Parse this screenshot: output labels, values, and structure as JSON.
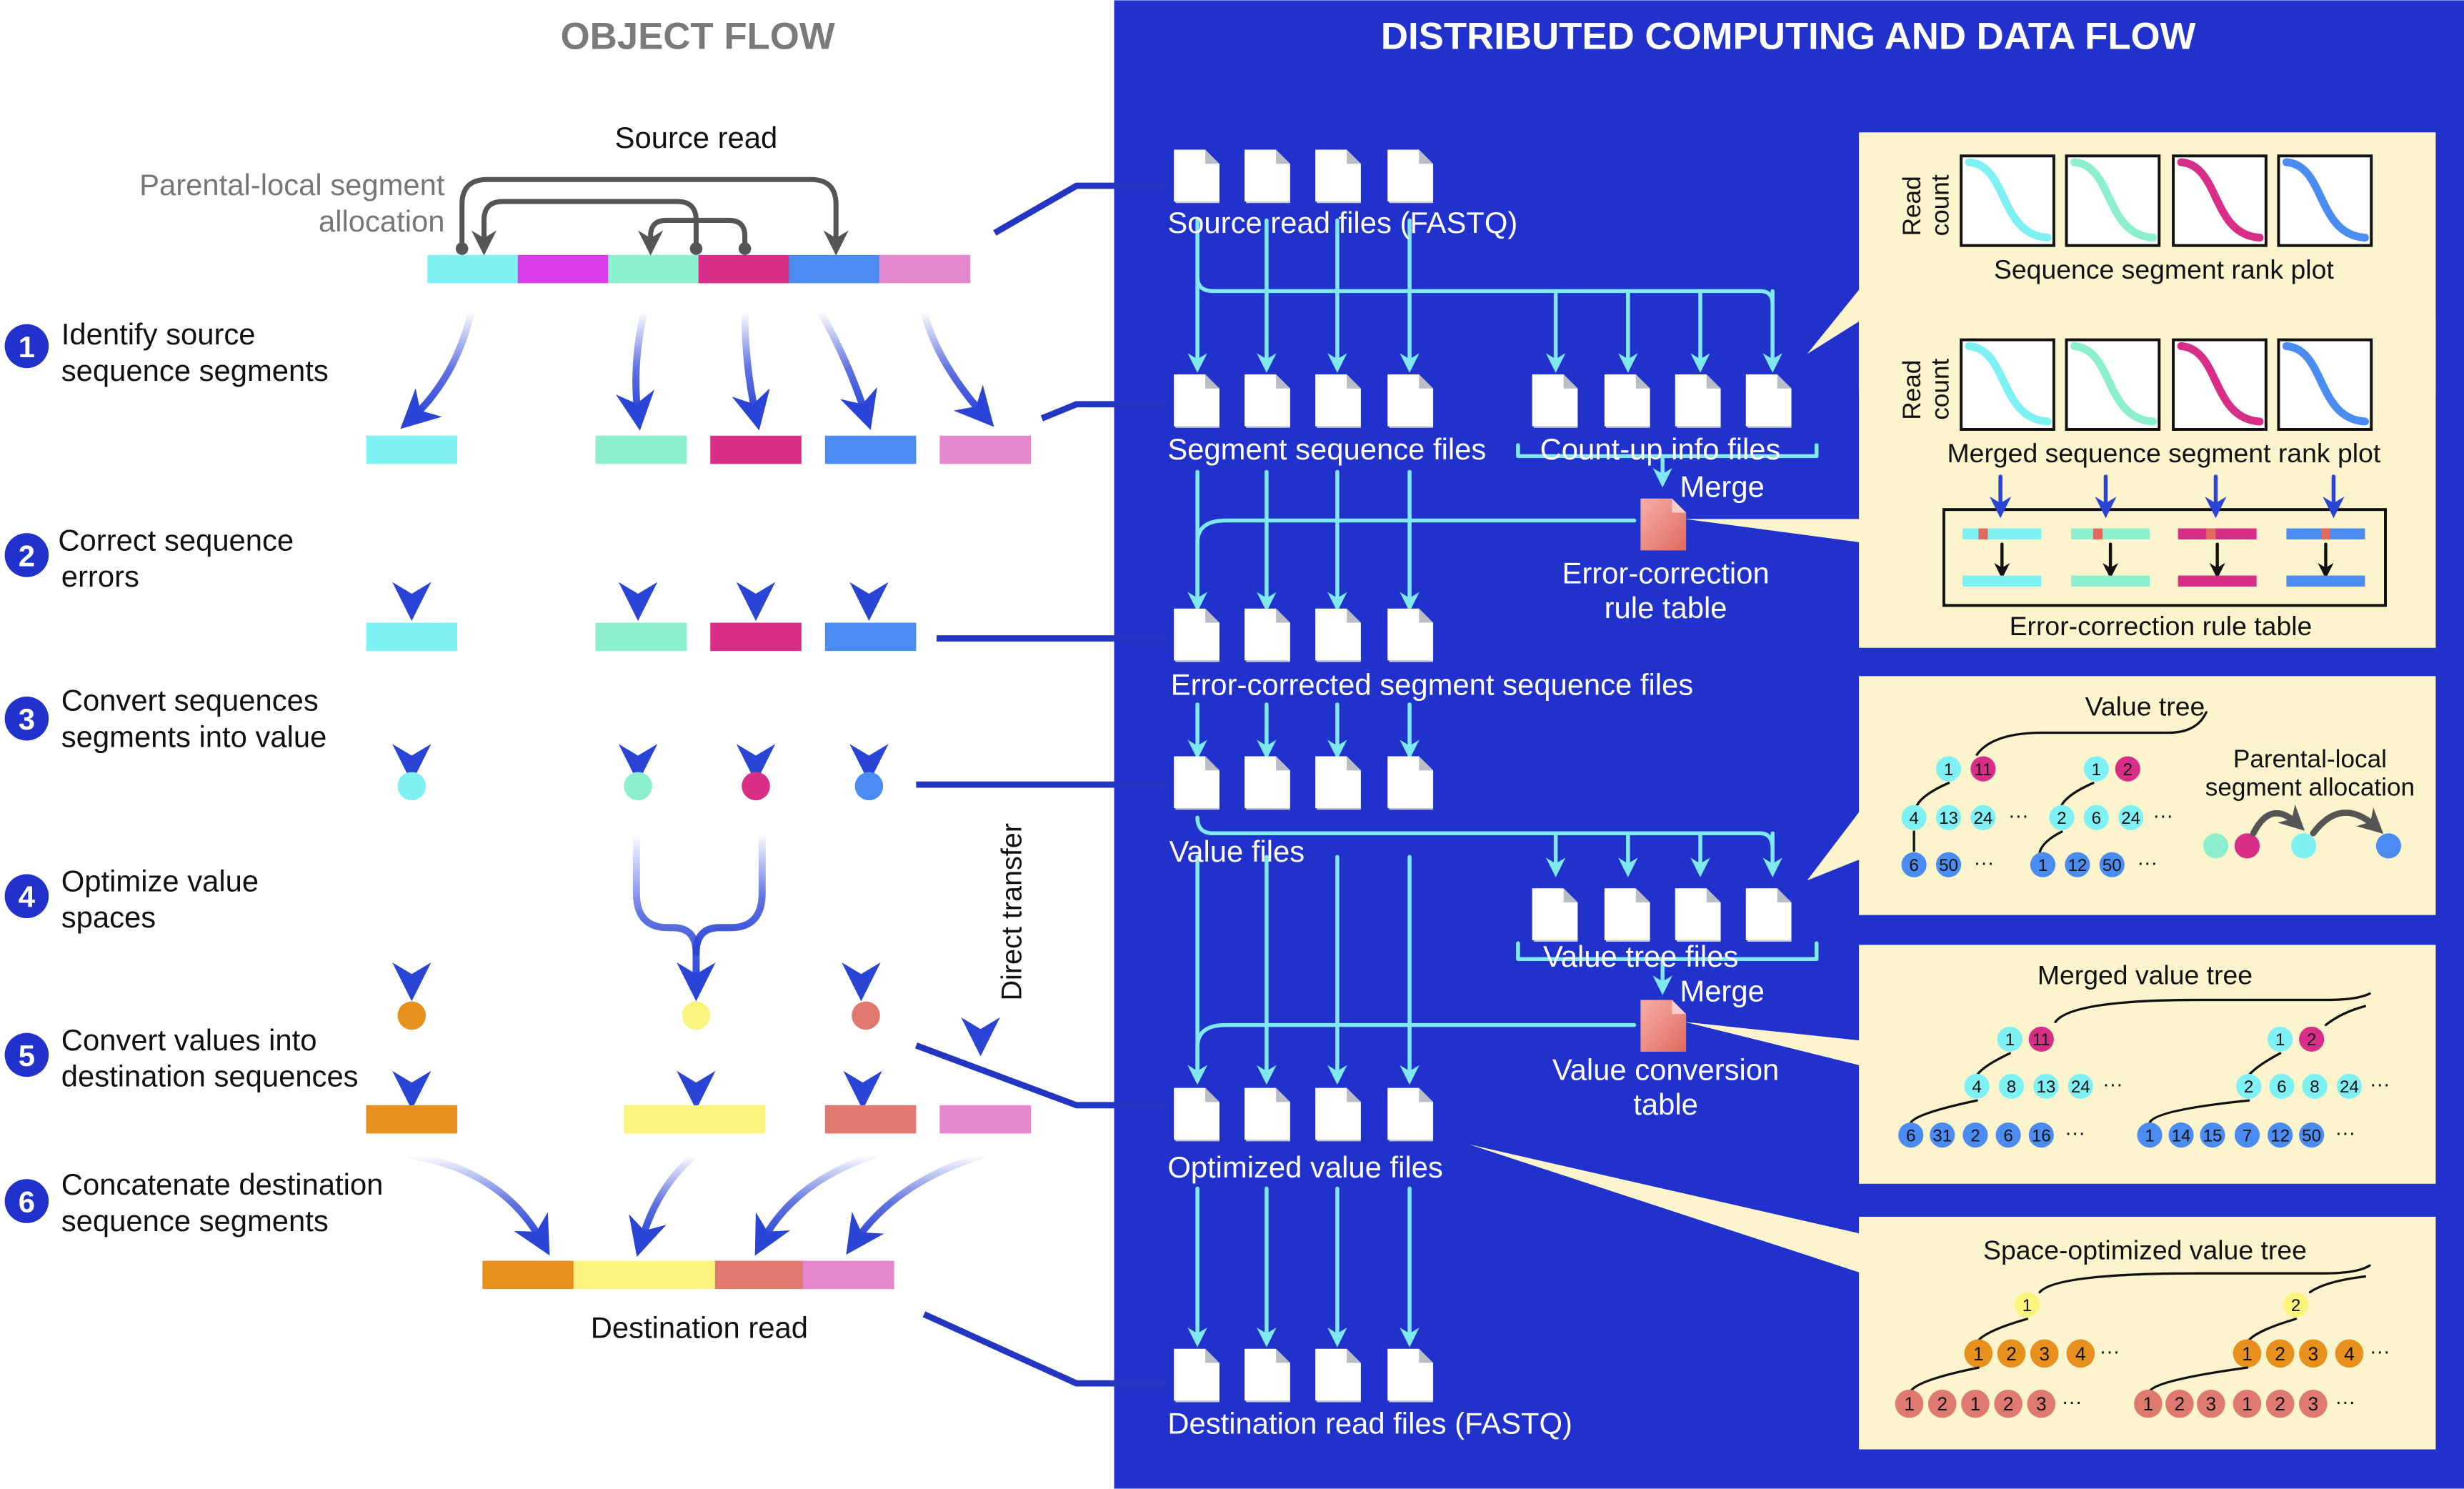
{
  "colors": {
    "panel_blue": "#2132cc",
    "connector_blue": "#2236c2",
    "arrow_blue": "#2a44d6",
    "flow_cyan": "#7fe8f0",
    "note_bg": "#fbf4cc",
    "seg_cyan": "#7ef1f5",
    "seg_magenta": "#d93ee8",
    "seg_mint": "#8cf0d0",
    "seg_crimson": "#d92e87",
    "seg_blue": "#4a8cf2",
    "seg_pink": "#e587cf",
    "seg_orange": "#e8901e",
    "seg_yellow": "#fbf57d",
    "seg_salmon": "#e07a70",
    "tree_orange": "#e8901e",
    "tree_salmon": "#e07a70"
  },
  "object_flow": {
    "heading": "OBJECT FLOW",
    "source_read": "Source read",
    "parental_label_1": "Parental-local segment",
    "parental_label_2": "allocation",
    "destination_read": "Destination read",
    "direct_transfer": "Direct transfer",
    "steps": [
      {
        "num": "1",
        "line1": "Identify source",
        "line2": "sequence segments"
      },
      {
        "num": "2",
        "line1": "Correct sequence",
        "line2": "errors"
      },
      {
        "num": "3",
        "line1": "Convert sequences",
        "line2": "segments into value"
      },
      {
        "num": "4",
        "line1": "Optimize value",
        "line2": "spaces"
      },
      {
        "num": "5",
        "line1": "Convert values into",
        "line2": "destination sequences"
      },
      {
        "num": "6",
        "line1": "Concatenate destination",
        "line2": "sequence segments"
      }
    ]
  },
  "distributed": {
    "heading": "DISTRIBUTED COMPUTING AND DATA FLOW",
    "source_read_files": "Source read files (FASTQ)",
    "segment_sequence_files": "Segment sequence files",
    "count_up_info_files": "Count-up info files",
    "merge_1": "Merge",
    "error_rule_1": "Error-correction",
    "error_rule_2": "rule table",
    "error_corrected_files": "Error-corrected segment sequence files",
    "value_files": "Value files",
    "value_tree_files": "Value tree files",
    "merge_2": "Merge",
    "value_conv_1": "Value conversion",
    "value_conv_2": "table",
    "optimized_value_files": "Optimized value files",
    "destination_read_files": "Destination read files (FASTQ)"
  },
  "notes": {
    "rank_plot": {
      "ylabel_1": "Read",
      "ylabel_2": "count",
      "title": "Sequence segment rank plot"
    },
    "merged_rank": {
      "ylabel_1": "Read",
      "ylabel_2": "count",
      "title": "Merged sequence segment rank plot",
      "table_title": "Error-correction rule table"
    },
    "value_tree": {
      "title": "Value tree",
      "parental_1": "Parental-local",
      "parental_2": "segment allocation",
      "left_root": [
        "1",
        "11"
      ],
      "left_mid": [
        "4",
        "13",
        "24"
      ],
      "left_leaf": [
        "6",
        "50"
      ],
      "right_root": [
        "1",
        "2"
      ],
      "right_mid": [
        "2",
        "6",
        "24"
      ],
      "right_leaf": [
        "1",
        "12",
        "50"
      ],
      "ellipsis": "···"
    },
    "merged_tree": {
      "title": "Merged value tree",
      "left_root": [
        "1",
        "11"
      ],
      "left_mid": [
        "4",
        "8",
        "13",
        "24"
      ],
      "left_leaf": [
        "6",
        "31",
        "2",
        "6",
        "16"
      ],
      "right_root": [
        "1",
        "2"
      ],
      "right_mid": [
        "2",
        "6",
        "8",
        "24"
      ],
      "right_leaf": [
        "1",
        "14",
        "15",
        "7",
        "12",
        "50"
      ],
      "ellipsis": "···"
    },
    "space_tree": {
      "title": "Space-optimized value tree",
      "left_root": "1",
      "left_mid": [
        "1",
        "2",
        "3",
        "4"
      ],
      "left_leaf": [
        "1",
        "2",
        "1",
        "2",
        "3"
      ],
      "right_root": "2",
      "right_mid": [
        "1",
        "2",
        "3",
        "4"
      ],
      "right_leaf": [
        "1",
        "2",
        "3",
        "1",
        "2",
        "3"
      ],
      "ellipsis": "···"
    }
  }
}
